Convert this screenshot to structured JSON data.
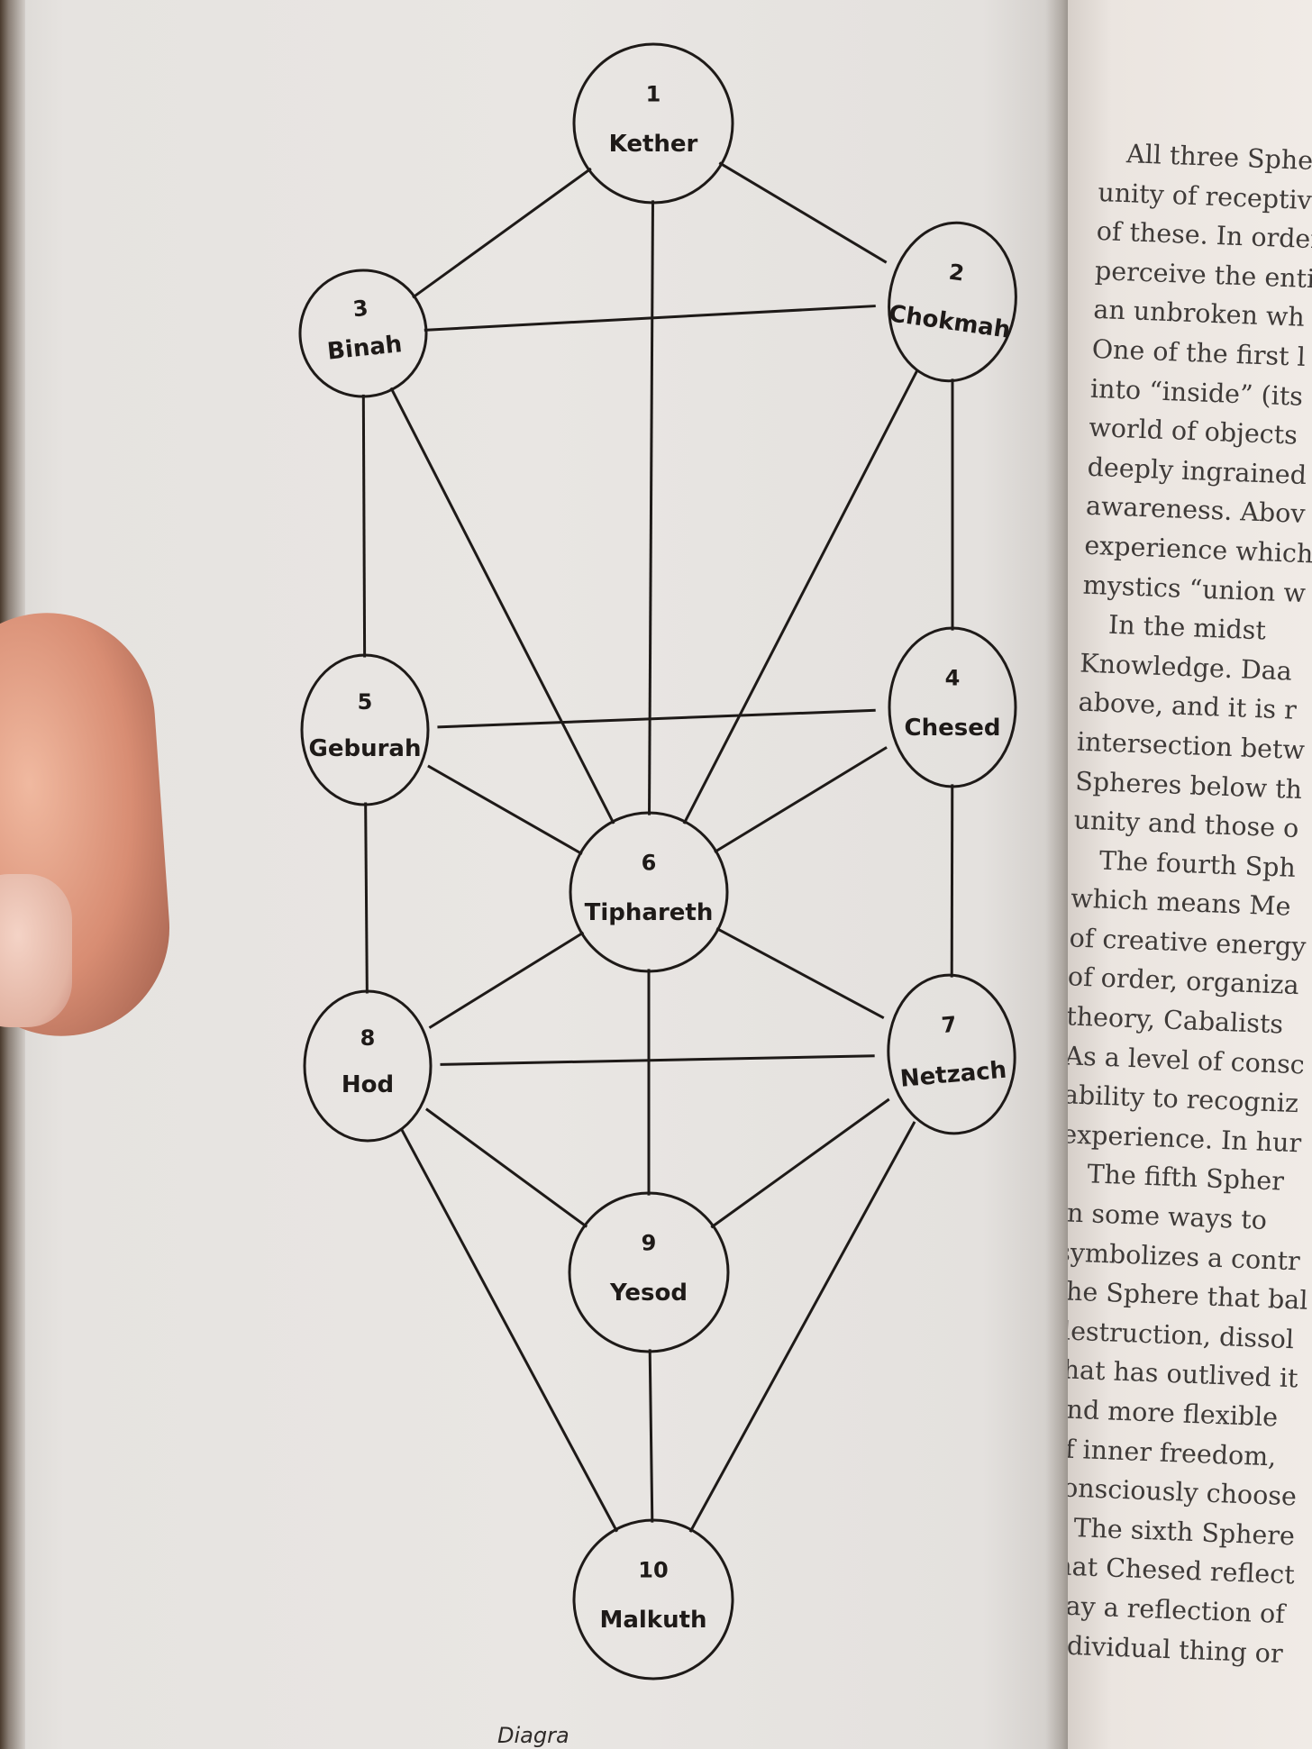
{
  "diagram": {
    "nodes": [
      {
        "id": "1",
        "number": "1",
        "name": "Kether"
      },
      {
        "id": "2",
        "number": "2",
        "name": "Chokmah"
      },
      {
        "id": "3",
        "number": "3",
        "name": "Binah"
      },
      {
        "id": "4",
        "number": "4",
        "name": "Chesed"
      },
      {
        "id": "5",
        "number": "5",
        "name": "Geburah"
      },
      {
        "id": "6",
        "number": "6",
        "name": "Tiphareth"
      },
      {
        "id": "7",
        "number": "7",
        "name": "Netzach"
      },
      {
        "id": "8",
        "number": "8",
        "name": "Hod"
      },
      {
        "id": "9",
        "number": "9",
        "name": "Yesod"
      },
      {
        "id": "10",
        "number": "10",
        "name": "Malkuth"
      }
    ],
    "paths": [
      [
        "1",
        "2"
      ],
      [
        "1",
        "3"
      ],
      [
        "1",
        "6"
      ],
      [
        "2",
        "3"
      ],
      [
        "2",
        "4"
      ],
      [
        "2",
        "6"
      ],
      [
        "3",
        "5"
      ],
      [
        "3",
        "6"
      ],
      [
        "4",
        "5"
      ],
      [
        "4",
        "6"
      ],
      [
        "4",
        "7"
      ],
      [
        "5",
        "6"
      ],
      [
        "5",
        "8"
      ],
      [
        "6",
        "7"
      ],
      [
        "6",
        "8"
      ],
      [
        "6",
        "9"
      ],
      [
        "7",
        "8"
      ],
      [
        "7",
        "9"
      ],
      [
        "7",
        "10"
      ],
      [
        "8",
        "9"
      ],
      [
        "8",
        "10"
      ],
      [
        "9",
        "10"
      ]
    ],
    "caption": "Diagra"
  },
  "right_page": {
    "lines": [
      {
        "text": "All three Sphe",
        "indent": true
      },
      {
        "text": "unity of receptive",
        "indent": false
      },
      {
        "text": "of these. In order",
        "indent": false
      },
      {
        "text": "perceive the enti",
        "indent": false
      },
      {
        "text": "an unbroken wh",
        "indent": false
      },
      {
        "text": "One of the first l",
        "indent": false
      },
      {
        "text": "into “inside” (its",
        "indent": false
      },
      {
        "text": "world of objects",
        "indent": false
      },
      {
        "text": "deeply ingrained",
        "indent": false
      },
      {
        "text": "awareness. Abov",
        "indent": false
      },
      {
        "text": "experience which",
        "indent": false
      },
      {
        "text": "mystics “union w",
        "indent": false
      },
      {
        "text": "In the midst",
        "indent": true
      },
      {
        "text": "Knowledge. Daa",
        "indent": false
      },
      {
        "text": "above, and it is r",
        "indent": false
      },
      {
        "text": "intersection betw",
        "indent": false
      },
      {
        "text": "Spheres below th",
        "indent": false
      },
      {
        "text": "unity and those o",
        "indent": false
      },
      {
        "text": "The fourth Sph",
        "indent": true
      },
      {
        "text": "which means Me",
        "indent": false
      },
      {
        "text": "of creative energy",
        "indent": false
      },
      {
        "text": "of order, organiza",
        "indent": false
      },
      {
        "text": "theory, Cabalists",
        "indent": false
      },
      {
        "text": "As a level of consc",
        "indent": false
      },
      {
        "text": "ability to recogniz",
        "indent": false
      },
      {
        "text": "experience. In hur",
        "indent": false
      },
      {
        "text": "The fifth Spher",
        "indent": true
      },
      {
        "text": "in some ways to",
        "indent": false
      },
      {
        "text": "symbolizes a contr",
        "indent": false
      },
      {
        "text": "the Sphere that bal",
        "indent": false
      },
      {
        "text": "destruction, dissol",
        "indent": false
      },
      {
        "text": "that has outlived it",
        "indent": false
      },
      {
        "text": "and more flexible",
        "indent": false
      },
      {
        "text": "of inner freedom,",
        "indent": false
      },
      {
        "text": "consciously choose",
        "indent": false
      },
      {
        "text": "The sixth Sphere",
        "indent": true
      },
      {
        "text": "that Chesed reflect",
        "indent": false
      },
      {
        "text": "way a reflection of",
        "indent": false
      },
      {
        "text": "individual thing or",
        "indent": false
      }
    ]
  }
}
